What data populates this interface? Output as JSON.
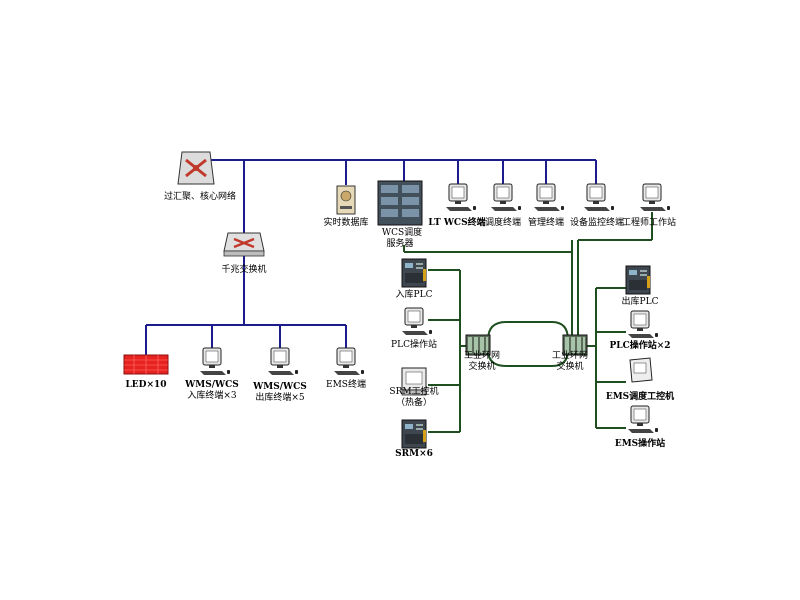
{
  "colors": {
    "blue_bus": "#1c1c8c",
    "green_bus": "#1f4f1f",
    "led_red": "#e8231f",
    "router_red": "#c0392b"
  },
  "nodes": {
    "core_switch": "过汇聚、核心网络",
    "gigabit_switch": "千兆交换机",
    "realtime_db": "实时数据库",
    "wcs_server_1": "WCS调度",
    "wcs_server_2": "服务器",
    "lt_wcs_terminal": "LT WCS终端",
    "dispatch_terminal": "调度终端",
    "mgmt_terminal": "管理终端",
    "equipment_terminal": "设备监控终端",
    "engineer_station": "工程师工作站",
    "led": "LED×10",
    "wms_in_1": "WMS/WCS",
    "wms_in_2": "入库终端×3",
    "wms_out_1": "WMS/WCS",
    "wms_out_2": "出库终端×5",
    "ems_terminal": "EMS终端",
    "in_plc": "入库PLC",
    "plc_station_left": "PLC操作站",
    "srm_ipc_1": "SRM工控机",
    "srm_ipc_2": "（热备）",
    "srm": "SRM×6",
    "ring_switch_left_1": "工业环网",
    "ring_switch_left_2": "交换机",
    "ring_switch_right_1": "工业环网",
    "ring_switch_right_2": "交换机",
    "out_plc": "出库PLC",
    "plc_station_right": "PLC操作站×2",
    "ems_ipc": "EMS调度工控机",
    "ems_station": "EMS操作站"
  }
}
